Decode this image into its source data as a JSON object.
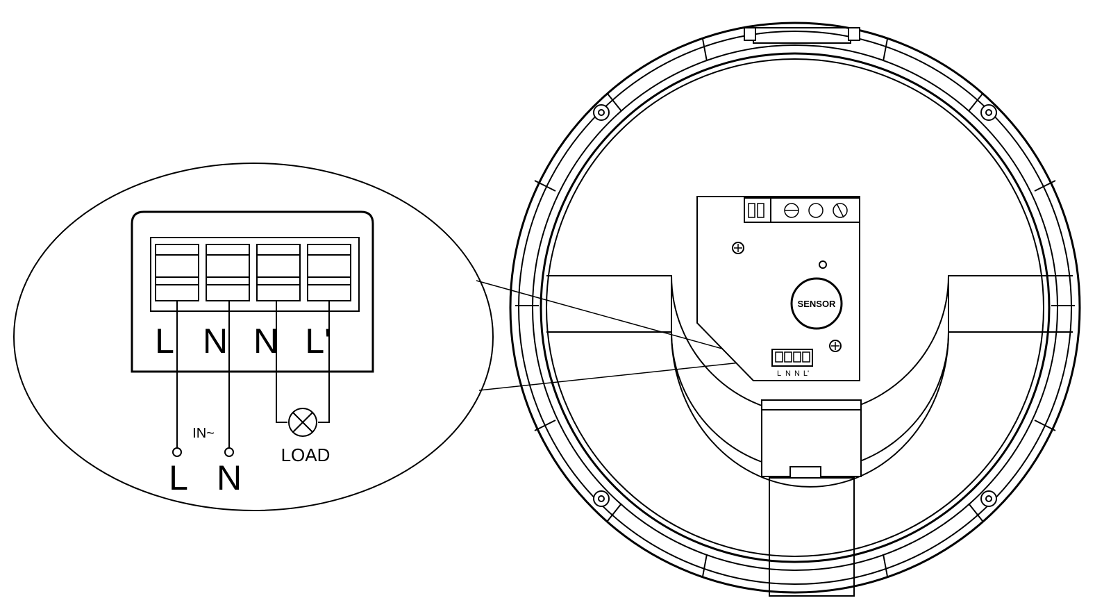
{
  "detail": {
    "terminal_labels": [
      "L",
      "N",
      "N",
      "L'"
    ],
    "input_label": "IN~",
    "input_terminals": [
      "L",
      "N"
    ],
    "load_label": "LOAD"
  },
  "device": {
    "sensor_label": "SENSOR",
    "mini_terminal_labels": [
      "L",
      "N",
      "N",
      "L'"
    ]
  }
}
